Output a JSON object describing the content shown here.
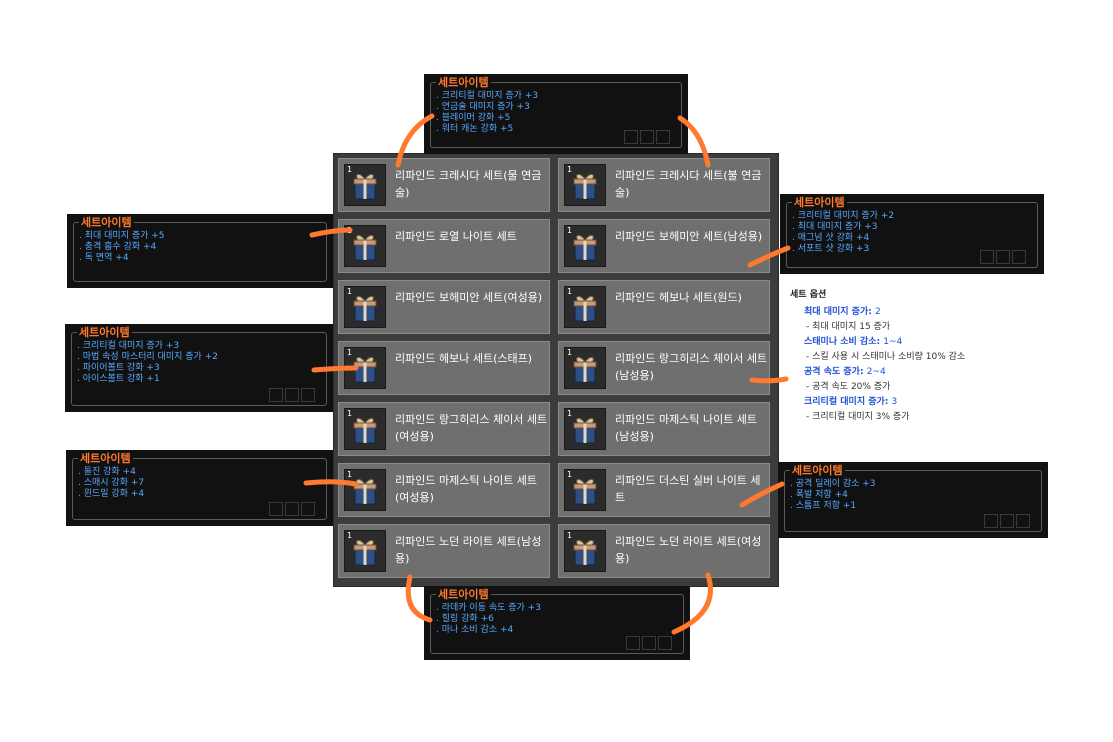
{
  "colors": {
    "accent": "#ff7a2e",
    "tip_text": "#58a8ff",
    "card_bg": "#6f6f6f",
    "opt_blue": "#1f4fd8"
  },
  "items": [
    {
      "name": "리파인드 크레시다 세트(물 연금술)",
      "qty": "1"
    },
    {
      "name": "리파인드 크레시다 세트(불 연금술)",
      "qty": "1"
    },
    {
      "name": "리파인드 로열 나이트 세트",
      "qty": "1"
    },
    {
      "name": "리파인드 보헤미안 세트(남성용)",
      "qty": "1"
    },
    {
      "name": "리파인드 보헤미안 세트(여성용)",
      "qty": "1"
    },
    {
      "name": "리파인드 헤보나 세트(원드)",
      "qty": "1"
    },
    {
      "name": "리파인드 헤보나 세트(스태프)",
      "qty": "1"
    },
    {
      "name": "리파인드 랑그히리스 체이서 세트(남성용)",
      "qty": "1"
    },
    {
      "name": "리파인드 랑그히리스 체이서 세트(여성용)",
      "qty": "1"
    },
    {
      "name": "리파인드 마제스틱 나이트 세트(남성용)",
      "qty": "1"
    },
    {
      "name": "리파인드 마제스틱 나이트 세트(여성용)",
      "qty": "1"
    },
    {
      "name": "리파인드 더스틴 실버 나이트 세트",
      "qty": "1"
    },
    {
      "name": "리파인드 노던 라이트 세트(남성용)",
      "qty": "1"
    },
    {
      "name": "리파인드 노던 라이트 세트(여성용)",
      "qty": "1"
    }
  ],
  "tooltips": [
    {
      "title": "세트아이템",
      "lines": [
        ". 크리티컬 대미지 증가 +3",
        ". 연금술 대미지 증가 +3",
        ". 블레이머 강화 +5",
        ". 워터 캐논 강화 +5"
      ]
    },
    {
      "title": "세트아이템",
      "lines": [
        ". 최대 대미지 증가 +5",
        ". 충격 흡수 강화 +4",
        ". 독 면역 +4"
      ]
    },
    {
      "title": "세트아이템",
      "lines": [
        ". 크리티컬 대미지 증가 +2",
        ". 최대 대미지 증가 +3",
        ". 매그넘 샷 강화 +4",
        ". 서포트 샷 강화 +3"
      ]
    },
    {
      "title": "세트아이템",
      "lines": [
        ". 크리티컬 대미지 증가 +3",
        ". 마법 속성 마스터리 대미지 증가 +2",
        ". 파이어볼트 강화 +3",
        ". 아이스볼트 강화 +1"
      ]
    },
    {
      "title": "세트아이템",
      "lines": [
        ". 돌진 강화 +4",
        ". 스매시 강화 +7",
        ". 윈드밀 강화 +4"
      ]
    },
    {
      "title": "세트아이템",
      "lines": [
        ". 공격 딜레이 감소 +3",
        ". 폭발 저항 +4",
        ". 스톰프 저항 +1"
      ]
    },
    {
      "title": "세트아이템",
      "lines": [
        ". 라데카 이동 속도 증가 +3",
        ". 힐링 강화 +6",
        ". 마나 소비 감소 +4"
      ]
    }
  ],
  "set_options": {
    "header": "세트 옵션",
    "options": [
      {
        "name": "최대 대미지 증가:",
        "range": "2",
        "desc": "- 최대 대미지 15 증가"
      },
      {
        "name": "스태미나 소비 감소:",
        "range": "1~4",
        "desc": "- 스킬 사용 시 스태미나 소비량 10% 감소"
      },
      {
        "name": "공격 속도 증가:",
        "range": "2~4",
        "desc": "- 공격 속도 20% 증가"
      },
      {
        "name": "크리티컬 대미지 증가:",
        "range": "3",
        "desc": "- 크리티컬 대미지 3% 증가"
      }
    ]
  },
  "icons": {
    "item": "gift-box-icon"
  }
}
